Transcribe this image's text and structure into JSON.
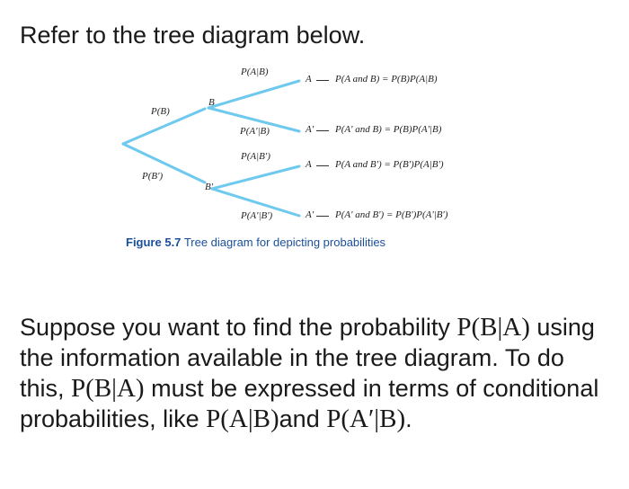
{
  "intro_text": "Refer to the tree diagram below.",
  "tree": {
    "root_branches": {
      "b": "P(B)",
      "b_comp": "P(B')"
    },
    "nodes": {
      "b": "B",
      "b_comp": "B'"
    },
    "outcomes": [
      {
        "branch_prob": "P(A|B)",
        "event": "A",
        "result": "P(A and B) = P(B)P(A|B)"
      },
      {
        "branch_prob": "P(A'|B)",
        "event": "A'",
        "result": "P(A' and B) = P(B)P(A'|B)"
      },
      {
        "branch_prob": "P(A|B')",
        "event": "A",
        "result": "P(A and B') = P(B')P(A|B')"
      },
      {
        "branch_prob": "P(A'|B')",
        "event": "A'",
        "result": "P(A' and B') = P(B')P(A'|B')"
      }
    ]
  },
  "caption": {
    "figure_number": "Figure 5.7",
    "text": "Tree diagram for depicting probabilities"
  },
  "question": {
    "part1": "Suppose you want to find the probability",
    "math1": "P(B|A)",
    "part2": " using the information available in the tree diagram. To do this, ",
    "math2": "P(B|A)",
    "part3": " must be expressed in terms of conditional probabilities, like ",
    "math3": "P(A|B)",
    "part4": "and ",
    "math4": "P(A′|B)",
    "part5": "."
  },
  "colors": {
    "tree_lines": "#6ec9ee",
    "caption": "#1a4f9c"
  }
}
